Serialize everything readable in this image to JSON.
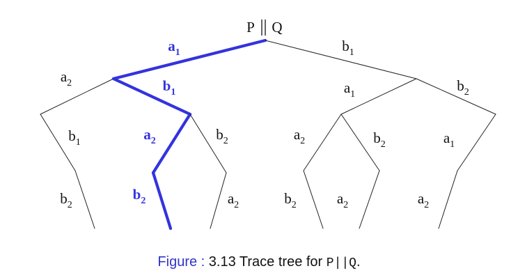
{
  "figure": {
    "root_label": "P || Q",
    "root_process_left": "P",
    "root_process_right": "Q",
    "colors": {
      "tree": "#222222",
      "highlight": "#3333dd"
    },
    "edges": [
      {
        "id": "e-root-left",
        "base": "a",
        "sub": "1",
        "highlight": true
      },
      {
        "id": "e-root-right",
        "base": "b",
        "sub": "1",
        "highlight": false
      },
      {
        "id": "e-L-left",
        "base": "a",
        "sub": "2",
        "highlight": false
      },
      {
        "id": "e-L-right",
        "base": "b",
        "sub": "1",
        "highlight": true
      },
      {
        "id": "e-R-left",
        "base": "a",
        "sub": "1",
        "highlight": false
      },
      {
        "id": "e-R-right",
        "base": "b",
        "sub": "2",
        "highlight": false
      },
      {
        "id": "e-LL-down",
        "base": "b",
        "sub": "1",
        "highlight": false
      },
      {
        "id": "e-LR-left",
        "base": "a",
        "sub": "2",
        "highlight": true
      },
      {
        "id": "e-LR-right",
        "base": "b",
        "sub": "2",
        "highlight": false
      },
      {
        "id": "e-RL-left",
        "base": "a",
        "sub": "2",
        "highlight": false
      },
      {
        "id": "e-RL-right",
        "base": "b",
        "sub": "2",
        "highlight": false
      },
      {
        "id": "e-RR-down",
        "base": "a",
        "sub": "1",
        "highlight": false
      },
      {
        "id": "e-LL-leaf",
        "base": "b",
        "sub": "2",
        "highlight": false
      },
      {
        "id": "e-LRL-leaf",
        "base": "b",
        "sub": "2",
        "highlight": true
      },
      {
        "id": "e-LRR-leaf",
        "base": "a",
        "sub": "2",
        "highlight": false
      },
      {
        "id": "e-RLL-leaf",
        "base": "b",
        "sub": "2",
        "highlight": false
      },
      {
        "id": "e-RLR-leaf",
        "base": "a",
        "sub": "2",
        "highlight": false
      },
      {
        "id": "e-RR-leaf",
        "base": "a",
        "sub": "2",
        "highlight": false
      }
    ]
  },
  "caption": {
    "prefix": "Figure :",
    "text": "3.13 Trace tree for",
    "code": "P||Q",
    "suffix": "."
  }
}
